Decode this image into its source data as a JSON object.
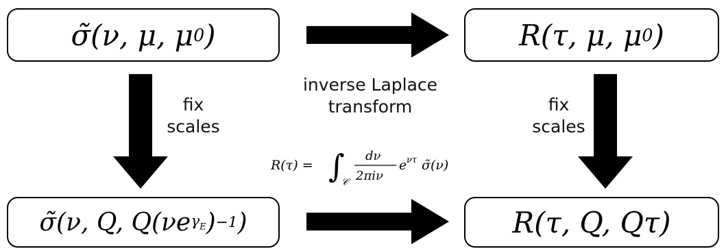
{
  "boxes": {
    "top_left": {
      "func": "σ̃",
      "args": "(ν, μ, μ",
      "sub": "0",
      "close": ")"
    },
    "top_right": {
      "func": "R",
      "args": "(τ, μ, μ",
      "sub": "0",
      "close": ")"
    },
    "bottom_left": {
      "func": "σ̃",
      "args": "(ν, Q, Q(νe",
      "sup": "γ",
      "supsub": "E",
      "tail": ")",
      "exp": "−1",
      "close": ")"
    },
    "bottom_right": {
      "func": "R",
      "text": "(τ, Q, Qτ)"
    }
  },
  "labels": {
    "left": {
      "line1": "fix",
      "line2": "scales"
    },
    "right": {
      "line1": "fix",
      "line2": "scales"
    },
    "middle": {
      "line1": "inverse Laplace",
      "line2": "transform"
    }
  },
  "formula": {
    "lhs": "R(τ) =",
    "integral": "∫",
    "contour": "𝒞",
    "numerator": "dν",
    "denominator": "2πiν",
    "exp_base": "e",
    "exp_power": "ντ",
    "rhs": "σ̃(ν)"
  },
  "colors": {
    "arrow": "#000000",
    "border": "#000000",
    "background": "#ffffff"
  }
}
